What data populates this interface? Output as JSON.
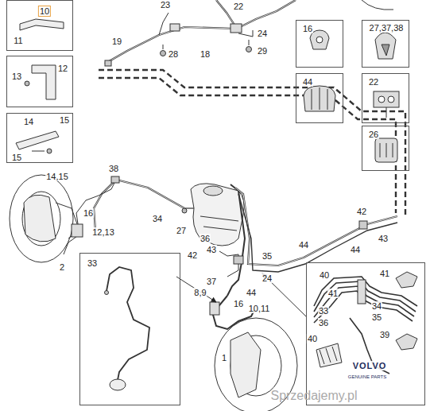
{
  "diagram": {
    "nodes": [
      {
        "text": [
          "10",
          "11"
        ]
      },
      {
        "text": [
          "12",
          "13"
        ]
      },
      {
        "text": [
          "14",
          "15",
          "15"
        ]
      },
      {
        "text": [
          "16"
        ]
      },
      {
        "text": [
          "27,37,38"
        ]
      },
      {
        "text": [
          "44"
        ]
      },
      {
        "text": [
          "22"
        ]
      },
      {
        "text": [
          "26"
        ]
      },
      {
        "text": [
          "33"
        ]
      },
      {
        "text": [
          "40",
          "41",
          "41",
          "33",
          "34",
          "36",
          "35",
          "40",
          "39"
        ]
      }
    ],
    "edges": [],
    "labels": [
      "23",
      "22",
      "19",
      "24",
      "28",
      "18",
      "29",
      "38",
      "14,15",
      "16",
      "12,13",
      "2",
      "34",
      "27",
      "36",
      "42",
      "43",
      "44",
      "42",
      "44",
      "43",
      "35",
      "24",
      "44",
      "37",
      "8,9",
      "16",
      "10,11",
      "1",
      "Sprzedajemy.pl",
      "VOLVO",
      "GENUINE PARTS"
    ]
  }
}
